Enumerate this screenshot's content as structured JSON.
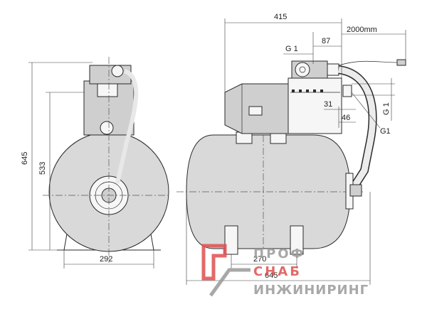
{
  "dimensions": {
    "total_height": "645",
    "pump_axis_height": "533",
    "base_width": "292",
    "total_width_top": "415",
    "cable_length": "2000mm",
    "pump_offset": "87",
    "connection_upper": "G 1",
    "connection_lower": "G 1",
    "connection_outlet": "G1",
    "offset_31": "31",
    "offset_46": "46",
    "feet_spacing": "270",
    "total_length": "645"
  },
  "watermark": {
    "line1": "ПРОФ",
    "line2": "СНАБ",
    "line3": "ИНЖИНИРИНГ",
    "color_red": "#e05050",
    "color_gray": "#9a9a9a"
  }
}
